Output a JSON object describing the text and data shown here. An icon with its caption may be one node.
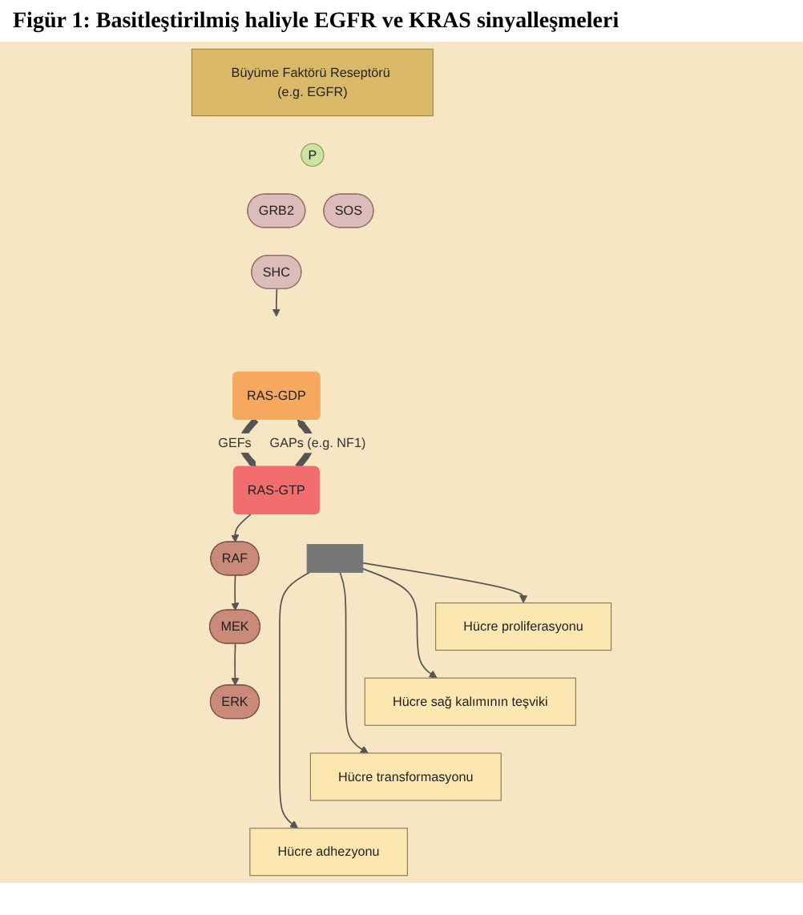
{
  "diagram": {
    "title": "Figür 1: Basitleştirilmiş haliyle EGFR ve KRAS sinyalleşmeleri",
    "nodes": [
      {
        "text": [
          "Büyüme Faktörü Reseptörü (e.g. EGFR)"
        ]
      },
      {
        "text": [
          "P"
        ]
      },
      {
        "text": [
          "GRB2"
        ]
      },
      {
        "text": [
          "SOS"
        ]
      },
      {
        "text": [
          "SHC"
        ]
      },
      {
        "text": [
          "RAS-GDP"
        ]
      },
      {
        "text": [
          "RAS-GTP"
        ]
      },
      {
        "text": [
          "RAF"
        ]
      },
      {
        "text": [
          "MEK"
        ]
      },
      {
        "text": [
          "ERK"
        ]
      },
      {
        "text": [
          "Hücre proliferasyonu"
        ]
      },
      {
        "text": [
          "Hücre sağ kalımının teşviki"
        ]
      },
      {
        "text": [
          "Hücre transformasyonu"
        ]
      },
      {
        "text": [
          "Hücre adhezyonu"
        ]
      },
      {
        "text": [],
        "shape": "bar"
      }
    ],
    "edges": [
      {
        "from": 4,
        "to": null,
        "arrow": "to"
      },
      {
        "from": 6,
        "to": 5,
        "arrow": "to",
        "label": "GAPs (e.g. NF1)",
        "style": "thick"
      },
      {
        "from": 5,
        "to": 6,
        "arrow": "to",
        "label": "GEFs",
        "style": "thick"
      },
      {
        "from": 6,
        "to": 7,
        "arrow": "to"
      },
      {
        "from": 7,
        "to": 8,
        "arrow": "to"
      },
      {
        "from": 8,
        "to": 9,
        "arrow": "to"
      },
      {
        "from": 14,
        "to": 10,
        "arrow": "to"
      },
      {
        "from": 14,
        "to": 11,
        "arrow": "to"
      },
      {
        "from": 14,
        "to": 12,
        "arrow": "to"
      },
      {
        "from": 14,
        "to": 13,
        "arrow": "to"
      }
    ]
  }
}
